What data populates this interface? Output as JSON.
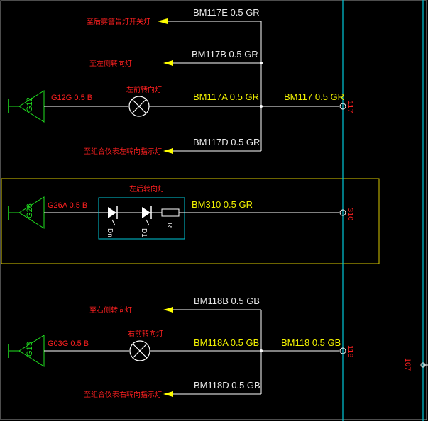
{
  "labels": {
    "top_desc": "至后雾警告灯开关灯",
    "w_bm117e": "BM117E  0.5  GR",
    "desc_l_turn_side": "至左侧转向灯",
    "w_bm117b": "BM117B  0.5  GR",
    "g12": "G12",
    "w_g12g": "G12G  0.5  B",
    "desc_l_front_turn": "左前转向灯",
    "w_bm117a": "BM117A  0.5  GR",
    "w_bm117": "BM117  0.5  GR",
    "n_117": "117",
    "desc_l_cluster": "至组合仪表左转向指示灯",
    "w_bm117d": "BM117D  0.5  GR",
    "desc_l_rear_turn": "左后转向灯",
    "g26": "G26",
    "w_g26a": "G26A  0.5  B",
    "dn": "Dn",
    "d1": "D1",
    "r": "R",
    "w_bm310": "BM310  0.5  GR",
    "n_310": "310",
    "desc_r_turn_side": "至右侧转向灯",
    "w_bm118b": "BM118B  0.5  GB",
    "g13": "G13",
    "w_g03g": "G03G  0.5  B",
    "desc_r_front_turn": "右前转向灯",
    "w_bm118a": "BM118A  0.5  GB",
    "w_bm118": "BM118  0.5  GB",
    "n_118": "118",
    "n_107": "107",
    "desc_r_cluster": "至组合仪表右转向指示灯",
    "w_bm118d": "BM118D  0.5  GB"
  },
  "colors": {
    "background": "#000000",
    "wire": "#ffffff",
    "bus": "#00c8d8",
    "ground": "#20e020",
    "frame": "#e8d800",
    "arrow": "#ffff00"
  }
}
